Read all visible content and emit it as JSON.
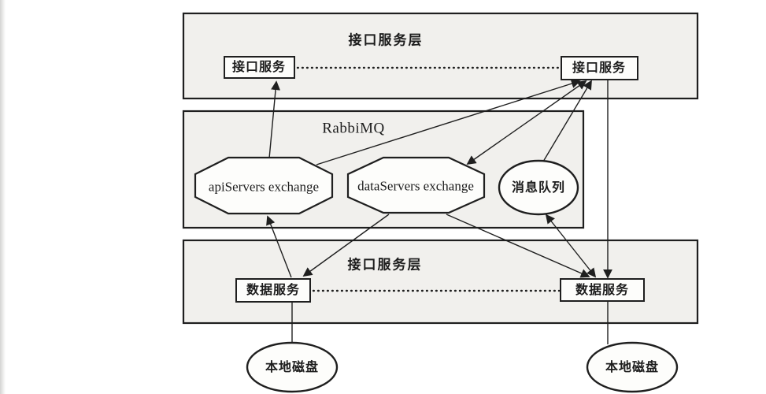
{
  "layers": {
    "top": {
      "title": "接口服务层",
      "left_node": "接口服务",
      "right_node": "接口服务"
    },
    "mq": {
      "title": "RabbiMQ",
      "api_exchange": "apiServers exchange",
      "data_exchange": "dataServers exchange",
      "message_queue": "消息队列"
    },
    "bottom": {
      "title": "接口服务层",
      "left_node": "数据服务",
      "right_node": "数据服务"
    }
  },
  "disks": {
    "left": "本地磁盘",
    "right": "本地磁盘"
  },
  "colors": {
    "line": "#1f1f1f",
    "layer_fill": "#f1f0ed",
    "node_fill": "#fdfdfb",
    "background": "#ffffff"
  }
}
